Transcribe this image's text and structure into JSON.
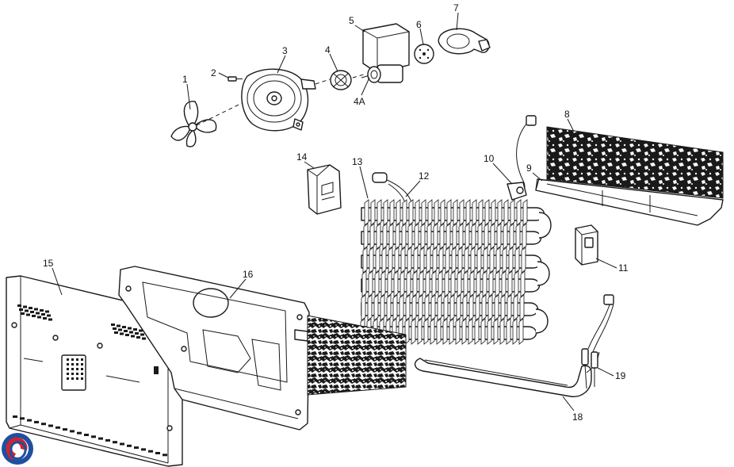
{
  "diagram": {
    "callouts": [
      {
        "id": "c1",
        "label": "1"
      },
      {
        "id": "c2",
        "label": "2"
      },
      {
        "id": "c3",
        "label": "3"
      },
      {
        "id": "c4",
        "label": "4"
      },
      {
        "id": "c4a",
        "label": "4A"
      },
      {
        "id": "c5",
        "label": "5"
      },
      {
        "id": "c6",
        "label": "6"
      },
      {
        "id": "c7",
        "label": "7"
      },
      {
        "id": "c8",
        "label": "8"
      },
      {
        "id": "c9",
        "label": "9"
      },
      {
        "id": "c10",
        "label": "10"
      },
      {
        "id": "c11",
        "label": "11"
      },
      {
        "id": "c12",
        "label": "12"
      },
      {
        "id": "c13",
        "label": "13"
      },
      {
        "id": "c14",
        "label": "14"
      },
      {
        "id": "c15",
        "label": "15"
      },
      {
        "id": "c16",
        "label": "16"
      },
      {
        "id": "c18",
        "label": "18"
      },
      {
        "id": "c19",
        "label": "19"
      }
    ]
  },
  "logo": {
    "name": "brand-logo",
    "colors": [
      "#1f4fa0",
      "#d2232a"
    ]
  },
  "colors": {
    "line": "#1a1a1a",
    "background": "#ffffff",
    "foam": "#1a1a1a"
  }
}
